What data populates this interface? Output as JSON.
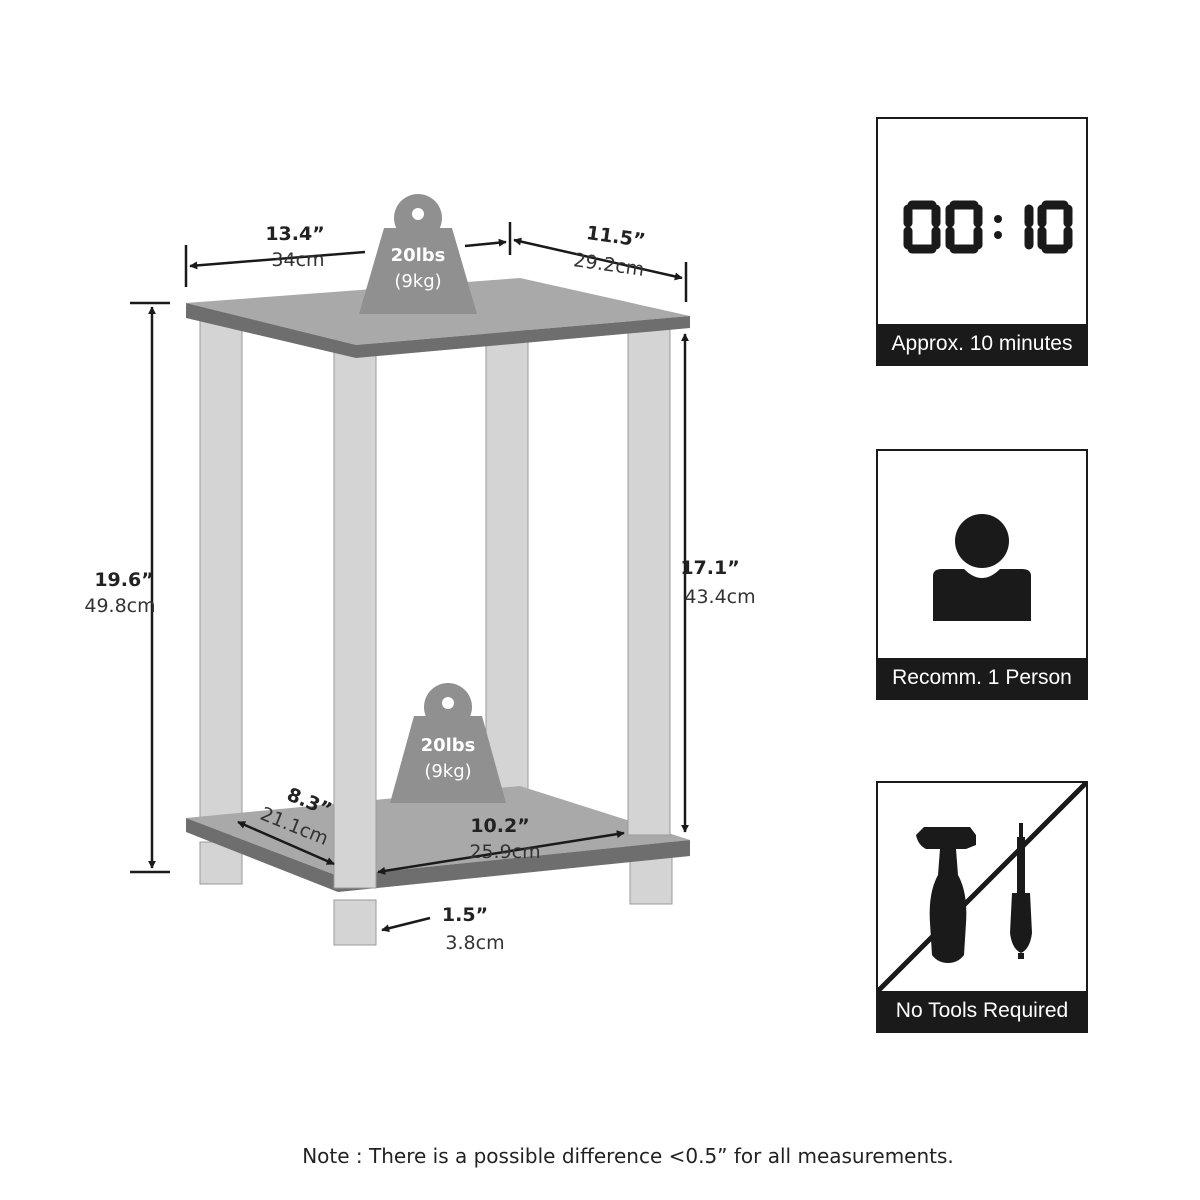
{
  "dimensions": {
    "width": {
      "in": "13.4”",
      "cm": "34cm"
    },
    "depth_top": {
      "in": "11.5”",
      "cm": "29.2cm"
    },
    "total_height": {
      "in": "19.6”",
      "cm": "49.8cm"
    },
    "shelf_height": {
      "in": "17.1”",
      "cm": "43.4cm"
    },
    "bottom_depth": {
      "in": "8.3”",
      "cm": "21.1cm"
    },
    "bottom_width": {
      "in": "10.2”",
      "cm": "25.9cm"
    },
    "foot_height": {
      "in": "1.5”",
      "cm": "3.8cm"
    }
  },
  "weights": {
    "top": {
      "lbs": "20lbs",
      "kg": "(9kg)"
    },
    "bottom": {
      "lbs": "20lbs",
      "kg": "(9kg)"
    }
  },
  "panels": {
    "time": {
      "display": "00: 10",
      "caption": "Approx. 10 minutes",
      "icon": "digital-clock-icon"
    },
    "person": {
      "caption": "Recomm. 1 Person",
      "icon": "person-icon"
    },
    "tools": {
      "caption": "No Tools Required",
      "icon": "no-tools-icon"
    }
  },
  "note": "Note : There is a possible difference <0.5” for all measurements.",
  "colors": {
    "shelf_top": "#a9a9a9",
    "shelf_edge": "#666666",
    "legs": "#d4d4d4",
    "weight": "#909090",
    "lines": "#1a1a1a"
  }
}
